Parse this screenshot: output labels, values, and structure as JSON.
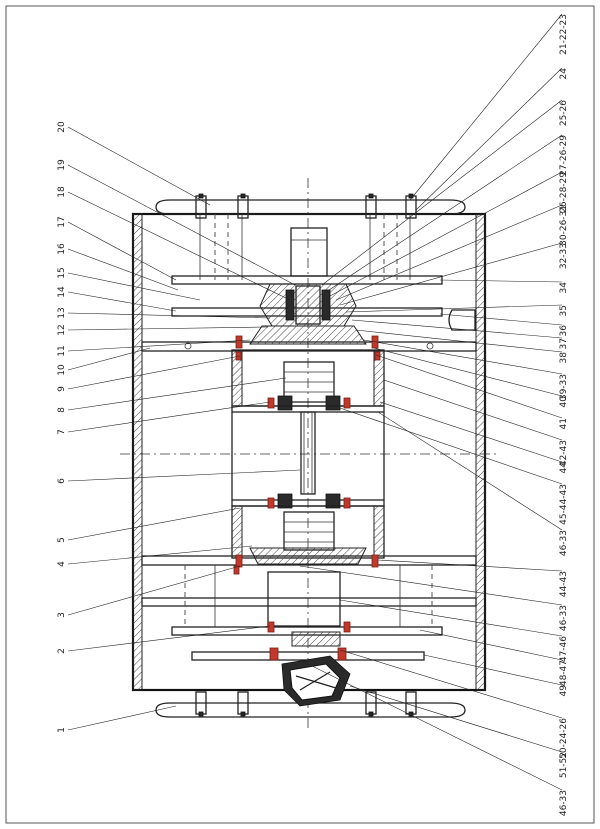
{
  "labels_left": [
    "20",
    "19",
    "18",
    "17",
    "16",
    "15",
    "14",
    "13",
    "12",
    "11",
    "10",
    "9",
    "8",
    "7",
    "6",
    "5",
    "4",
    "3",
    "2",
    "1"
  ],
  "labels_top": [
    "21-22-23",
    "24",
    "25-26",
    "27-26-29",
    "26-28-29",
    "30-26-31",
    "32-33",
    "34",
    "35",
    "36",
    "37",
    "38",
    "39-33",
    "40",
    "41",
    "42-43",
    "44",
    "45-44-43",
    "46-33"
  ],
  "labels_bottom": [
    "44-43",
    "46-33",
    "47-46",
    "48-47",
    "49",
    "50-24-26",
    "51-52",
    "46-33"
  ],
  "labels_bottom_rendered": [
    "44-43",
    "46-33",
    "47-46",
    "48-47",
    "49",
    "50-24-26",
    "51-52",
    "46-33"
  ]
}
